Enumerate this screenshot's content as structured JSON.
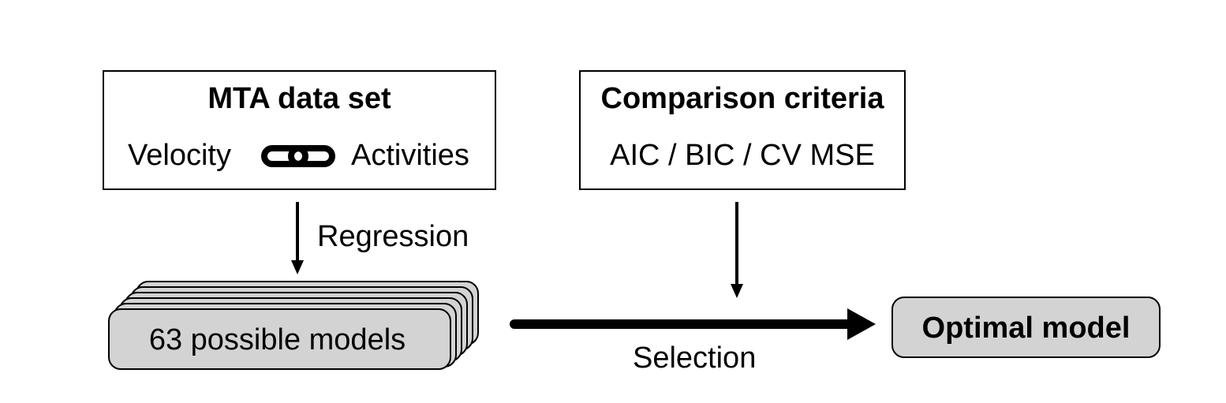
{
  "data_box": {
    "title": "MTA data set",
    "left_text": "Velocity",
    "link_icon": "chain-link-icon",
    "right_text": "Activities"
  },
  "criteria_box": {
    "title": "Comparison criteria",
    "text": "AIC / BIC / CV MSE"
  },
  "regression_label": "Regression",
  "models_stack": {
    "label": "63 possible models"
  },
  "selection_label": "Selection",
  "optimal_box": {
    "label": "Optimal model"
  },
  "colors": {
    "box_fill": "#ffffff",
    "model_fill": "#d3d3d3",
    "stroke": "#000000"
  }
}
